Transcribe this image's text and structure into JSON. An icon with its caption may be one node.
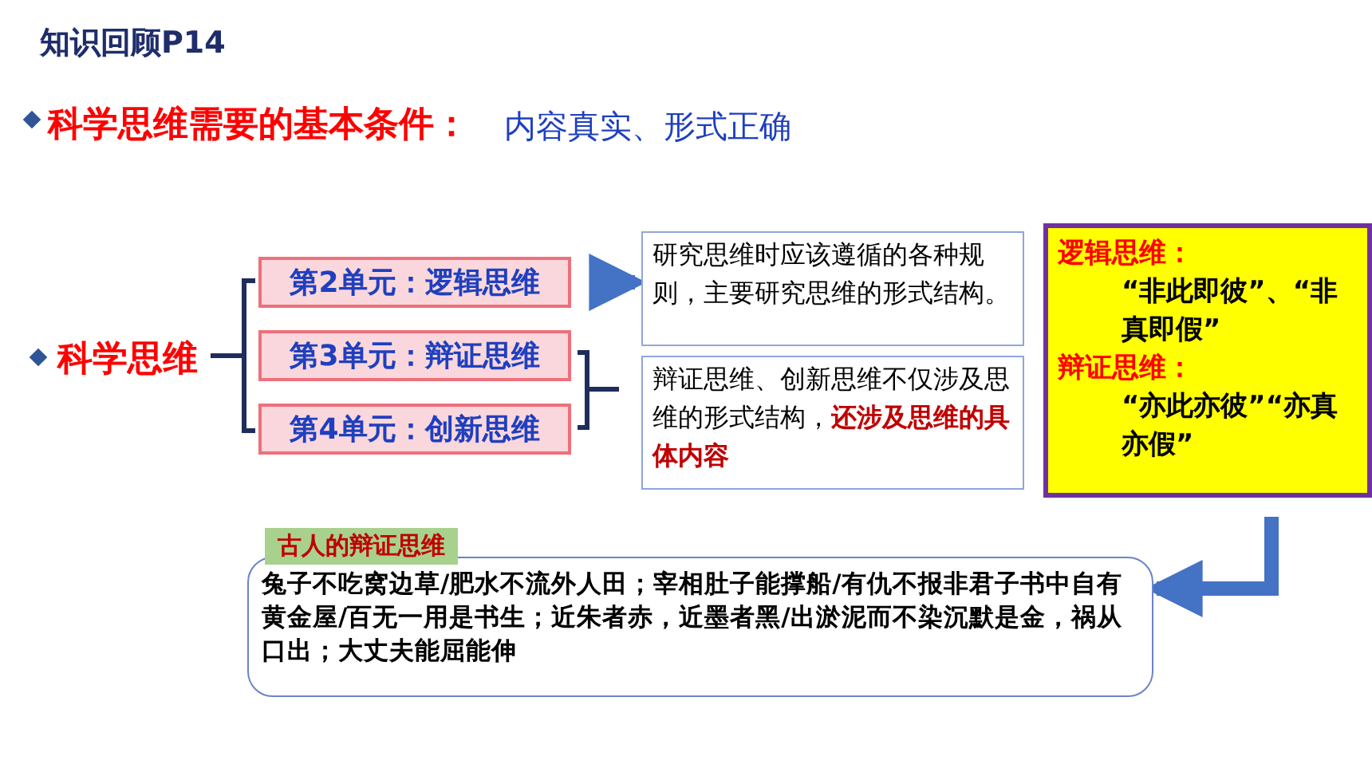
{
  "diagram": {
    "title": "知识回顾P14",
    "nodes": [
      {
        "text": [
          "第2单元：逻辑思维"
        ]
      },
      {
        "text": [
          "第3单元：辩证思维"
        ]
      },
      {
        "text": [
          "第4单元：创新思维"
        ]
      },
      {
        "text": [
          "研究思维时应该遵循的各种规则，主要研究思维的形式结构。"
        ]
      },
      {
        "text": [
          "辩证思维、创新思维不仅涉及思维的形式结构，**还涉及思维的具体内容**"
        ]
      },
      {
        "text": [
          "逻辑思维：",
          "“非此即彼”、“非真即假”",
          "辩证思维：",
          "“亦此亦彼”“亦真亦假”"
        ]
      },
      {
        "text": [
          "古人的辩证思维",
          "兔子不吃窝边草/肥水不流外人田；宰相肚子能撑船/有仇不报非君子书中自有黄金屋/百无一用是书生；近朱者赤，近墨者黑/出淤泥而不染沉默是金，祸从口出；大丈夫能屈能伸"
        ]
      }
    ],
    "edges": [
      {
        "from": 0,
        "to": 3,
        "arrow": "to"
      },
      {
        "from": 5,
        "to": 6,
        "arrow": "to"
      }
    ],
    "labels": [
      "科学思维需要的基本条件：",
      "内容真实、形式正确",
      "科学思维"
    ]
  }
}
